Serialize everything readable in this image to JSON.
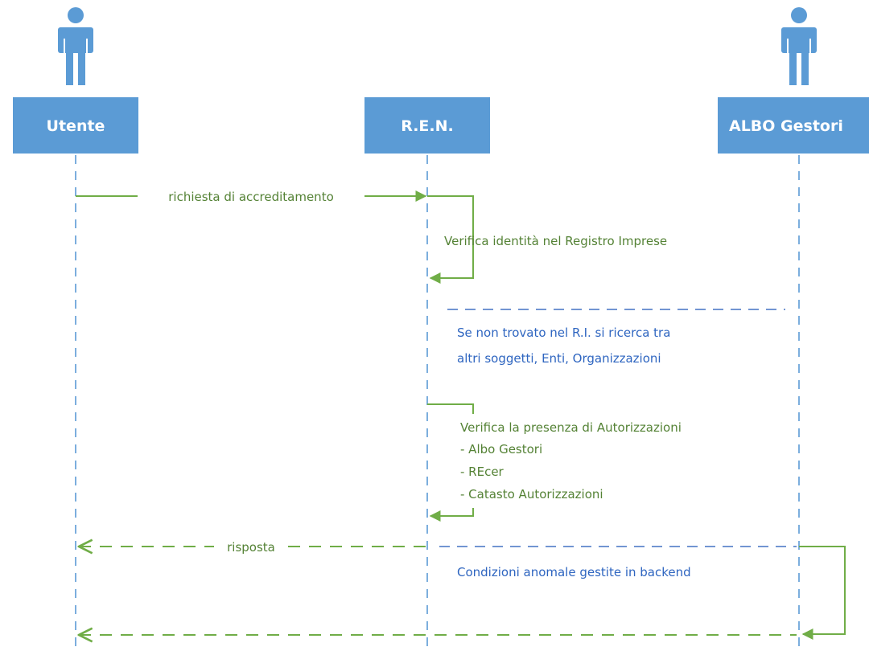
{
  "actors": [
    {
      "label": "Utente",
      "icon": "person-icon"
    },
    {
      "label": "R.E.N.",
      "icon": "none"
    },
    {
      "label": "ALBO Gestori",
      "icon": "person-icon"
    }
  ],
  "messages": {
    "request": "richiesta di accreditamento",
    "self_check_identity": "Verifica identità nel Registro Imprese",
    "note_lines": [
      "Se non trovato nel R.I. si ricerca tra",
      "altri soggetti, Enti, Organizzazioni"
    ],
    "authorizations": [
      "Verifica la presenza di Autorizzazioni",
      "- Albo Gestori",
      "- REcer",
      "- Catasto Autorizzazioni"
    ],
    "response": "risposta",
    "anomalies": "Condizioni anomale gestite in backend"
  },
  "colors": {
    "actor_fill": "#5b9bd5",
    "lifeline": "#5b9bd5",
    "message_green": "#70ad47",
    "text_green": "#548235",
    "note_blue": "#4472c4",
    "text_blue": "#2e65c0"
  }
}
